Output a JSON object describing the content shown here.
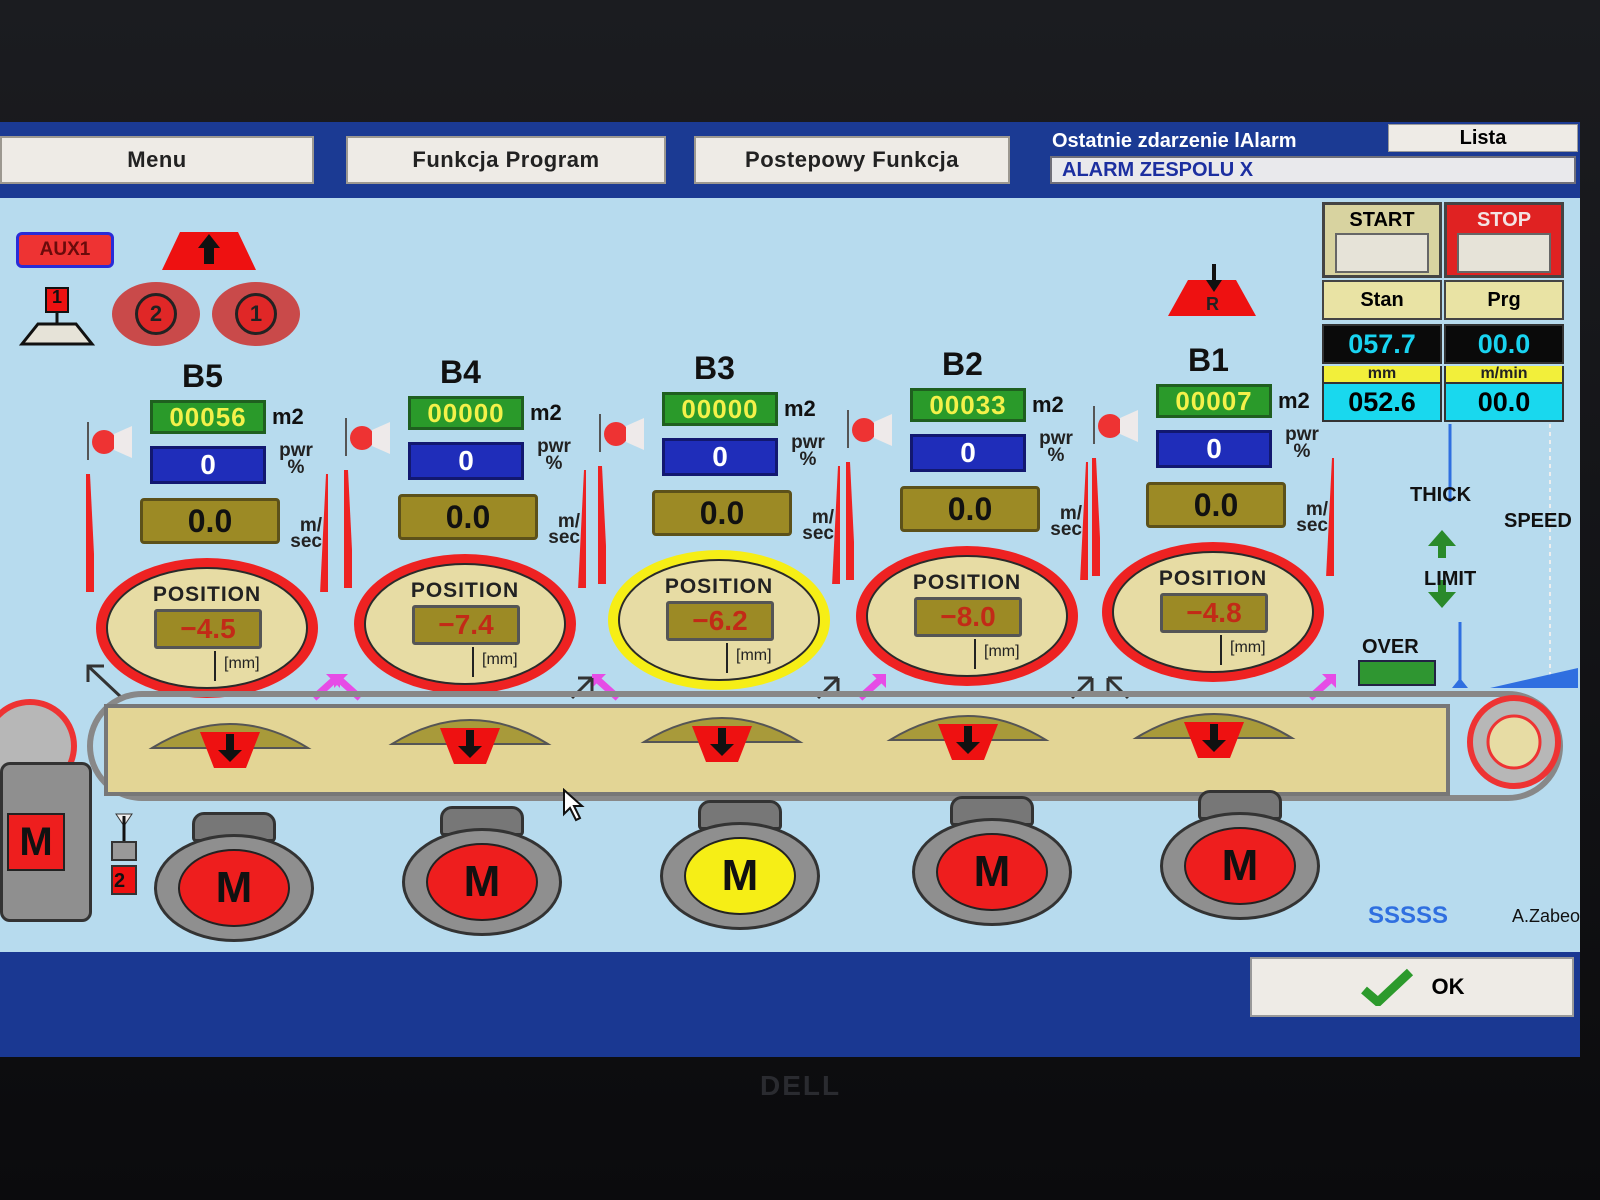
{
  "toolbar": {
    "menu_label": "Menu",
    "program_label": "Funkcja Program",
    "progress_label": "Postepowy Funkcja",
    "alarm_title": "Ostatnie zdarzenie lAlarm",
    "list_label": "Lista",
    "alarm_text": "ALARM ZESPOLU X"
  },
  "left_panel": {
    "aux_label": "AUX1",
    "lift_no": "1",
    "circle_2": "2",
    "circle_1": "1"
  },
  "units": [
    {
      "name": "B5",
      "counter": "00056",
      "counter_unit": "m2",
      "pwr": "0",
      "pwr_label": "pwr %",
      "speed": "0.0",
      "speed_unit": "m/ sec",
      "position_title": "POSITION",
      "position": "−4.5",
      "position_unit": "[mm]",
      "motor": "M",
      "highlight": false
    },
    {
      "name": "B4",
      "counter": "00000",
      "counter_unit": "m2",
      "pwr": "0",
      "pwr_label": "pwr %",
      "speed": "0.0",
      "speed_unit": "m/ sec",
      "position_title": "POSITION",
      "position": "−7.4",
      "position_unit": "[mm]",
      "motor": "M",
      "highlight": false
    },
    {
      "name": "B3",
      "counter": "00000",
      "counter_unit": "m2",
      "pwr": "0",
      "pwr_label": "pwr %",
      "speed": "0.0",
      "speed_unit": "m/ sec",
      "position_title": "POSITION",
      "position": "−6.2",
      "position_unit": "[mm]",
      "motor": "M",
      "highlight": true
    },
    {
      "name": "B2",
      "counter": "00033",
      "counter_unit": "m2",
      "pwr": "0",
      "pwr_label": "pwr %",
      "speed": "0.0",
      "speed_unit": "m/ sec",
      "position_title": "POSITION",
      "position": "−8.0",
      "position_unit": "[mm]",
      "motor": "M",
      "highlight": false
    },
    {
      "name": "B1",
      "counter": "00007",
      "counter_unit": "m2",
      "pwr": "0",
      "pwr_label": "pwr %",
      "speed": "0.0",
      "speed_unit": "m/ sec",
      "position_title": "POSITION",
      "position": "−4.8",
      "position_unit": "[mm]",
      "motor": "M",
      "highlight": false
    }
  ],
  "right_panel": {
    "start_label": "START",
    "stop_label": "STOP",
    "stan_label": "Stan",
    "prg_label": "Prg",
    "stan_value": "057.7",
    "prg_value": "00.0",
    "stan_unit": "mm",
    "prg_unit": "m/min",
    "stan_value2": "052.6",
    "prg_value2": "00.0",
    "thick_label": "THICK",
    "speed_label": "SPEED",
    "limit_label": "LIMIT",
    "over_label": "OVER",
    "r_label": "R"
  },
  "conveyor": {
    "main_motor": "M",
    "lift_no": "2"
  },
  "footer": {
    "status": "SSSSS",
    "author": "A.Zabeo",
    "ok_label": "OK"
  },
  "monitor": {
    "brand": "DELL"
  },
  "colors": {
    "screen_bg": "#b7dbee",
    "bar_blue": "#1b3a93",
    "alarm_red": "#ee2222",
    "active_yellow": "#f6ee16",
    "counter_green": "#2a9a2a"
  }
}
